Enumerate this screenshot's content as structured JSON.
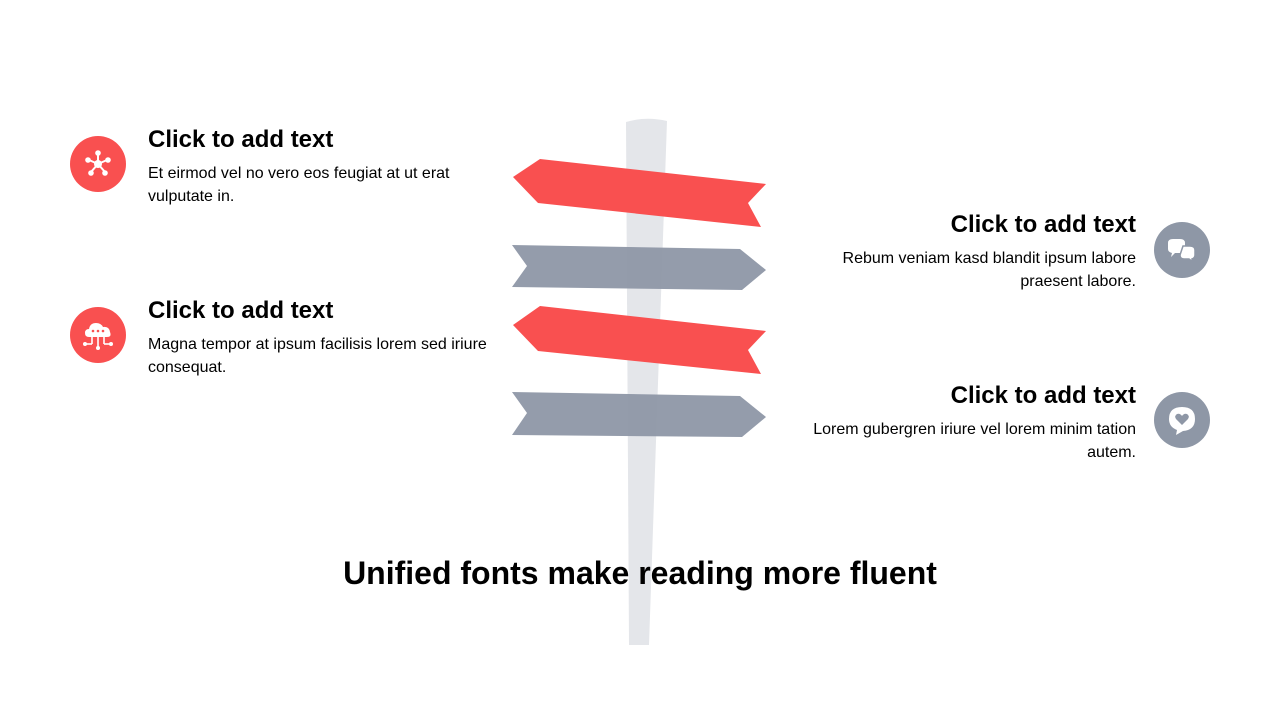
{
  "colors": {
    "accent_red": "#F95050",
    "accent_gray": "#8E97A6",
    "post_gray": "#E4E6EA"
  },
  "items": [
    {
      "title": "Click to add text",
      "body": "Et eirmod vel no vero eos feugiat at ut erat vulputate in.",
      "icon": "network-icon",
      "color": "#F95050"
    },
    {
      "title": "Click to add text",
      "body": "Magna tempor at ipsum facilisis lorem sed iriure consequat.",
      "icon": "cloud-network-icon",
      "color": "#F95050"
    },
    {
      "title": "Click to add text",
      "body": "Rebum veniam kasd blandit ipsum labore praesent labore.",
      "icon": "chat-bubbles-icon",
      "color": "#8E97A6"
    },
    {
      "title": "Click to add text",
      "body": "Lorem gubergren iriure vel lorem minim tation autem.",
      "icon": "heart-chat-icon",
      "color": "#8E97A6"
    }
  ],
  "footer": {
    "title": "Unified fonts make reading more fluent"
  }
}
